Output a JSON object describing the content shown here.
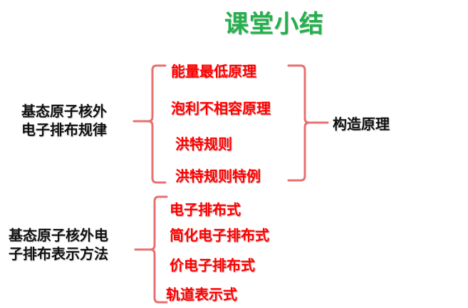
{
  "title": "课堂小结",
  "colors": {
    "title": "#22b14c",
    "item_text": "#ff0000",
    "label_text": "#111111",
    "bracket": "#e87070"
  },
  "section1": {
    "label_lines": [
      "基态原子核外",
      "电子排布规律"
    ],
    "items": [
      "能量最低原理",
      "泡利不相容原理",
      "洪特规则",
      "洪特规则特例"
    ],
    "result": "构造原理"
  },
  "section2": {
    "label_lines": [
      "基态原子核外电",
      "子排布表示方法"
    ],
    "items": [
      "电子排布式",
      "简化电子排布式",
      "价电子排布式",
      "轨道表示式"
    ]
  }
}
